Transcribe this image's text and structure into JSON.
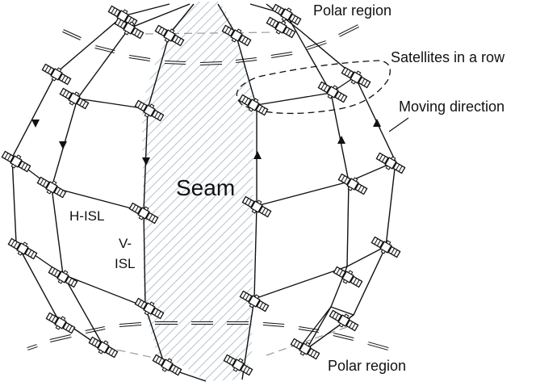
{
  "diagram": {
    "type": "satellite-constellation",
    "labels": {
      "polar_top": "Polar region",
      "polar_bottom": "Polar region",
      "satellites_row": "Satellites in a row",
      "moving_direction": "Moving direction",
      "seam": "Seam",
      "h_isl": "H-ISL",
      "v_isl_line1": "V-",
      "v_isl_line2": "ISL"
    },
    "colors": {
      "line": "#111111",
      "hatch": "#9fb4bf",
      "polar_dash": "#999999",
      "background": "#ffffff"
    },
    "orbit_planes": 6,
    "legend_concepts": [
      "H-ISL (horizontal inter-satellite link)",
      "V-ISL (vertical inter-satellite link)",
      "Seam",
      "Polar region",
      "Satellites in a row",
      "Moving direction"
    ]
  }
}
